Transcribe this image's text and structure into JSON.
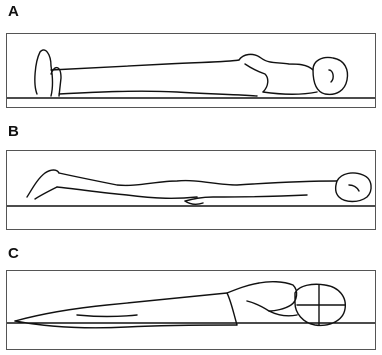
{
  "panels": [
    {
      "label": "A",
      "posture": "supine",
      "icon": "person-lying-supine"
    },
    {
      "label": "B",
      "posture": "prone",
      "icon": "person-lying-prone"
    },
    {
      "label": "C",
      "posture": "prone-head-turned",
      "icon": "person-lying-prone-head-up"
    }
  ]
}
